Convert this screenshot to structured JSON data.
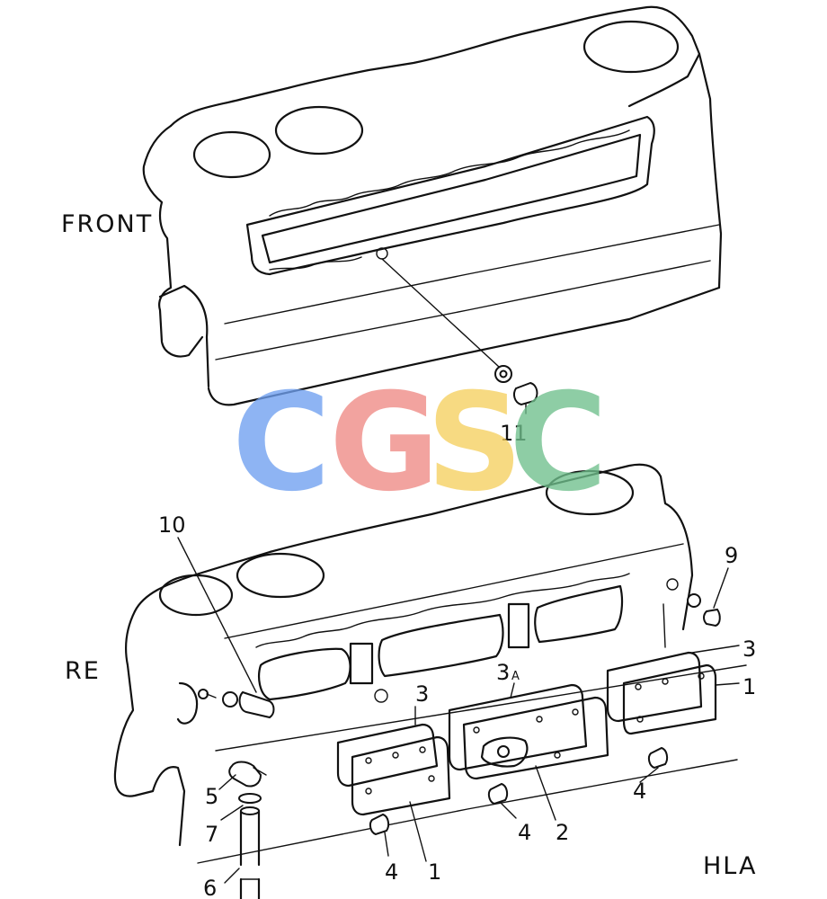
{
  "labels": {
    "front": "FRONT",
    "rear": "RE",
    "code": "HLA"
  },
  "part_numbers": {
    "p1a": "1",
    "p1b": "1",
    "p2": "2",
    "p3a": "3",
    "p3b": "3",
    "p3A_main": "3",
    "p3A_sub": "A",
    "p4a": "4",
    "p4b": "4",
    "p4c": "4",
    "p5": "5",
    "p6": "6",
    "p7": "7",
    "p9": "9",
    "p10": "10",
    "p11": "11"
  },
  "watermark": {
    "letters": [
      "C",
      "G",
      "S",
      "C"
    ],
    "colors": [
      "#6fa0f0",
      "#ef8a85",
      "#f5d060",
      "#6fc08c"
    ]
  }
}
